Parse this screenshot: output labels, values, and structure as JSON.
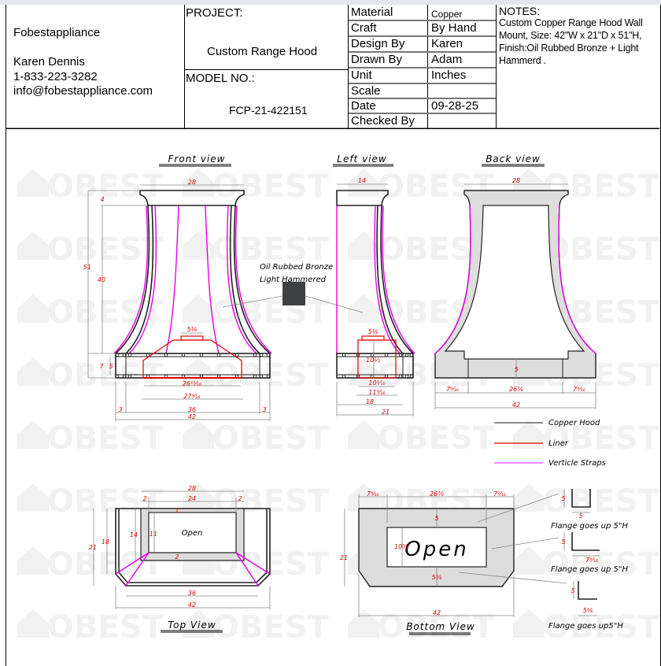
{
  "company": {
    "name": "Fobestappliance",
    "contact_name": "Karen Dennis",
    "phone": "1-833-223-3282",
    "email": "info@fobestappliance.com"
  },
  "project": {
    "label": "PROJECT:",
    "value": "Custom Range Hood",
    "model_label": "MODEL NO.:",
    "model_value": "FCP-21-422151"
  },
  "specs": [
    {
      "label": "Material",
      "value": "Copper"
    },
    {
      "label": "Craft",
      "value": "By Hand"
    },
    {
      "label": "Design By",
      "value": "Karen"
    },
    {
      "label": "Drawn By",
      "value": "Adam"
    },
    {
      "label": "Unit",
      "value": "Inches"
    },
    {
      "label": "Scale",
      "value": ""
    },
    {
      "label": "Date",
      "value": "09-28-25"
    },
    {
      "label": "Checked By",
      "value": ""
    }
  ],
  "notes": {
    "title": "NOTES:",
    "text": "Custom Copper Range Hood Wall Mount, Size: 42\"W x 21\"D x 51\"H, Finish:Oil Rubbed Bronze + Light Hammerd ."
  },
  "watermark": "OBEST",
  "views": {
    "front": {
      "title": "Front view",
      "dims": {
        "top_width": "28",
        "cap_height": "4",
        "total_height": "51",
        "body_height": "40",
        "band_height": "7",
        "band_inner": "5",
        "liner_top": "5⅛",
        "liner_inner": "26¹⁵⁄₁₆",
        "liner_outer": "27⁹⁄₁₆",
        "side_left": "3",
        "mid": "36",
        "side_right": "3",
        "total_width": "42"
      }
    },
    "left": {
      "title": "Left view",
      "dims": {
        "top_depth": "14",
        "liner_top": "5⅛",
        "liner_height": "10½",
        "liner_inner": "10⁵⁄₁₆",
        "liner_outer": "11⁹⁄₁₆",
        "depth_inner": "18",
        "depth_total": "21"
      }
    },
    "back": {
      "title": "Back view",
      "dims": {
        "top_width": "28",
        "band_height": "5",
        "left": "7⁹⁄₁₆",
        "mid": "26⅞",
        "right": "7⁹⁄₁₆",
        "total": "42"
      }
    },
    "top": {
      "title": "Top View",
      "open_label": "Open",
      "dims": {
        "top_width": "28",
        "left_frame": "2",
        "opening_width": "24",
        "right_frame": "2",
        "back_frame": "1",
        "frame_depth": "14",
        "opening_depth": "11",
        "inner_depth": "18",
        "total_depth": "21",
        "front_frame": "2",
        "front_width": "36",
        "total_width": "42"
      }
    },
    "bottom": {
      "title": "Bottom View",
      "open_label": "Open",
      "dims": {
        "left": "7⁹⁄₁₆",
        "mid": "26⅞",
        "right": "7⁹⁄₁₆",
        "back": "5",
        "opening_depth": "10⅝",
        "depth": "21",
        "front": "5⅜",
        "total_width": "42"
      }
    }
  },
  "finish": {
    "label_line1": "Oil Rubbed Bronze",
    "label_line2": "Light Hammered"
  },
  "legend": [
    {
      "label": "Copper Hood",
      "color": "#666666"
    },
    {
      "label": "Liner",
      "color": "#e00000"
    },
    {
      "label": "Verticle Straps",
      "color": "#ff66ff"
    }
  ],
  "flanges": [
    {
      "height": "5",
      "width": "5",
      "note": "Flange goes up 5\"H"
    },
    {
      "height": "5",
      "width": "7⁹⁄₁₆",
      "note": "Flange goes up 5\"H"
    },
    {
      "height": "5",
      "width": "5⅜",
      "note": "Flange goes up5\"H"
    }
  ]
}
